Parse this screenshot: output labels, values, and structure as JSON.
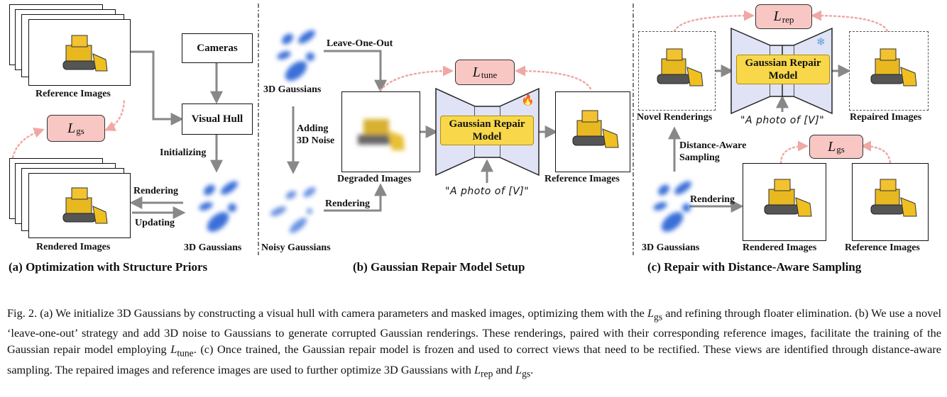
{
  "panel_a": {
    "title": "(a) Optimization with Structure Priors",
    "reference_images": "Reference Images",
    "rendered_images": "Rendered Images",
    "cameras": "Cameras",
    "visual_hull": "Visual Hull",
    "initializing": "Initializing",
    "rendering": "Rendering",
    "updating": "Updating",
    "gaussians": "3D Gaussians",
    "loss_main": "L",
    "loss_sub": "gs"
  },
  "panel_b": {
    "title": "(b) Gaussian Repair Model Setup",
    "gaussians": "3D Gaussians",
    "leave_one_out": "Leave-One-Out",
    "adding_1": "Adding",
    "adding_2": "3D Noise",
    "rendering": "Rendering",
    "noisy_gaussians": "Noisy Gaussians",
    "degraded_images": "Degraded Images",
    "reference_images": "Reference Images",
    "model_line1": "Gaussian Repair",
    "model_line2": "Model",
    "prompt": "\"A photo of [V]\"",
    "loss_main": "L",
    "loss_sub": "tune",
    "fire_icon": "🔥"
  },
  "panel_c": {
    "title": "(c) Repair with Distance-Aware Sampling",
    "novel_renderings": "Novel Renderings",
    "repaired_images": "Repaired Images",
    "distance_1": "Distance-Aware",
    "distance_2": "Sampling",
    "rendering": "Rendering",
    "gaussians": "3D Gaussians",
    "rendered_images": "Rendered Images",
    "reference_images": "Reference Images",
    "model_line1": "Gaussian Repair",
    "model_line2": "Model",
    "prompt": "\"A photo of [V]\"",
    "loss_rep_main": "L",
    "loss_rep_sub": "rep",
    "loss_gs_main": "L",
    "loss_gs_sub": "gs",
    "snow_icon": "❄"
  },
  "caption": {
    "p1": "Fig. 2.  (a) We initialize 3D Gaussians by constructing a visual hull with camera parameters and masked images, optimizing them with the ",
    "l1": "L",
    "l1_sub": "gs",
    "p2": " and refining through floater elimination. (b) We use a novel ‘leave-one-out’ strategy and add 3D noise to Gaussians to generate corrupted Gaussian renderings. These renderings, paired with their corresponding reference images, facilitate the training of the Gaussian repair model employing ",
    "l2": "L",
    "l2_sub": "tune",
    "p3": ". (c) Once trained, the Gaussian repair model is frozen and used to correct views that need to be rectified. These views are identified through distance-aware sampling. The repaired images and reference images are used to further optimize 3D Gaussians with ",
    "l3": "L",
    "l3_sub": "rep",
    "p4": " and ",
    "l4": "L",
    "l4_sub": "gs",
    "p5": "."
  },
  "colors": {
    "loss_fill": "#f8c7c4",
    "model_fill": "#f8d84a",
    "model_wing": "#dfe3f5",
    "gaussian_blue": "#3a6fd8",
    "arrow_gray": "#888888",
    "dotted_pink": "#f0a8a4"
  }
}
